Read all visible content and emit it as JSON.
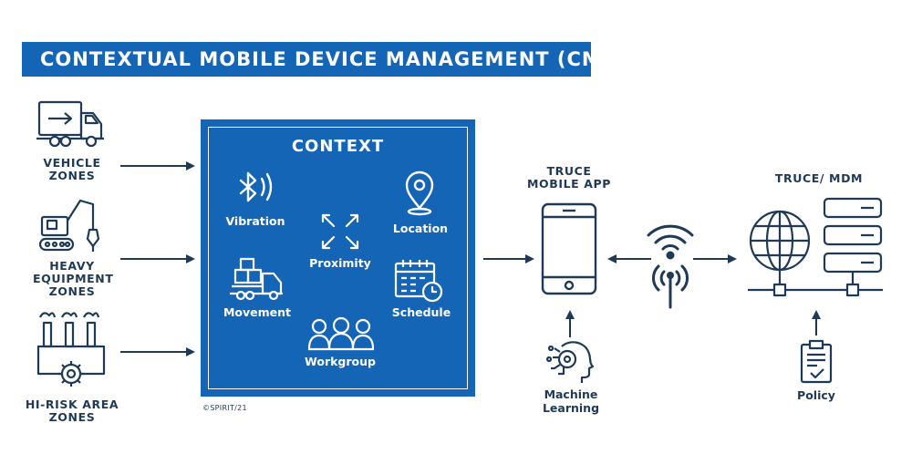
{
  "banner": {
    "title": "CONTEXTUAL MOBILE DEVICE MANAGEMENT (CMDM)"
  },
  "zones": [
    {
      "label": "VEHICLE\nZONES",
      "icon": "truck-icon"
    },
    {
      "label": "HEAVY\nEQUIPMENT\nZONES",
      "icon": "excavator-icon"
    },
    {
      "label": "HI-RISK AREA\nZONES",
      "icon": "factory-gear-icon"
    }
  ],
  "context": {
    "title": "CONTEXT",
    "items": {
      "vibration": "Vibration",
      "proximity": "Proximity",
      "location": "Location",
      "movement": "Movement",
      "schedule": "Schedule",
      "workgroup": "Workgroup"
    }
  },
  "copyright": "©SPIRIT/21",
  "mobile_app": {
    "label": "TRUCE\nMOBILE APP"
  },
  "machine_learning": {
    "label": "Machine\nLearning"
  },
  "mdm": {
    "label": "TRUCE/ MDM"
  },
  "policy": {
    "label": "Policy"
  },
  "colors": {
    "brand_blue": "#1565b7",
    "navy": "#1f3a57",
    "white": "#ffffff"
  }
}
